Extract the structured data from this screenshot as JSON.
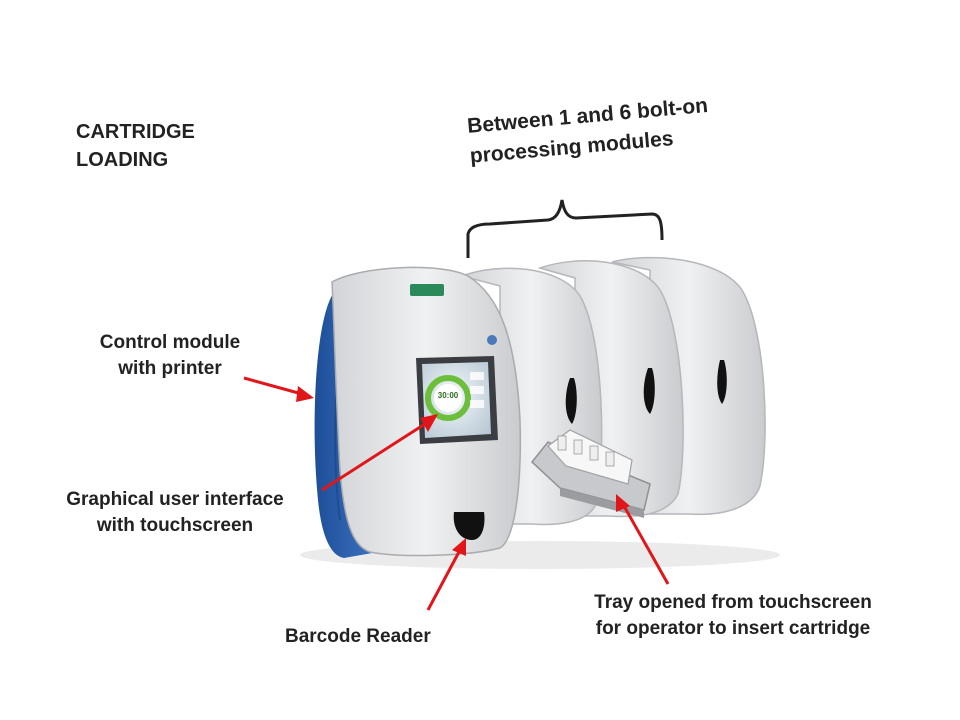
{
  "title": "CARTRIDGE LOADING",
  "title_lines": [
    "CARTRIDGE",
    "LOADING"
  ],
  "labels": {
    "modules": [
      "Between 1 and 6 bolt-on",
      "processing modules"
    ],
    "control": [
      "Control module",
      "with printer"
    ],
    "gui": [
      "Graphical user interface",
      "with touchscreen"
    ],
    "barcode": [
      "Barcode Reader"
    ],
    "tray": [
      "Tray opened from touchscreen",
      "for operator to insert cartridge"
    ]
  },
  "screen": {
    "timer": "30:00"
  },
  "colors": {
    "arrow": "#e0161b",
    "brace": "#222222",
    "body": "#e4e5e7",
    "panel": "#2d62b0",
    "screen_ring": "#6cbf3a"
  }
}
